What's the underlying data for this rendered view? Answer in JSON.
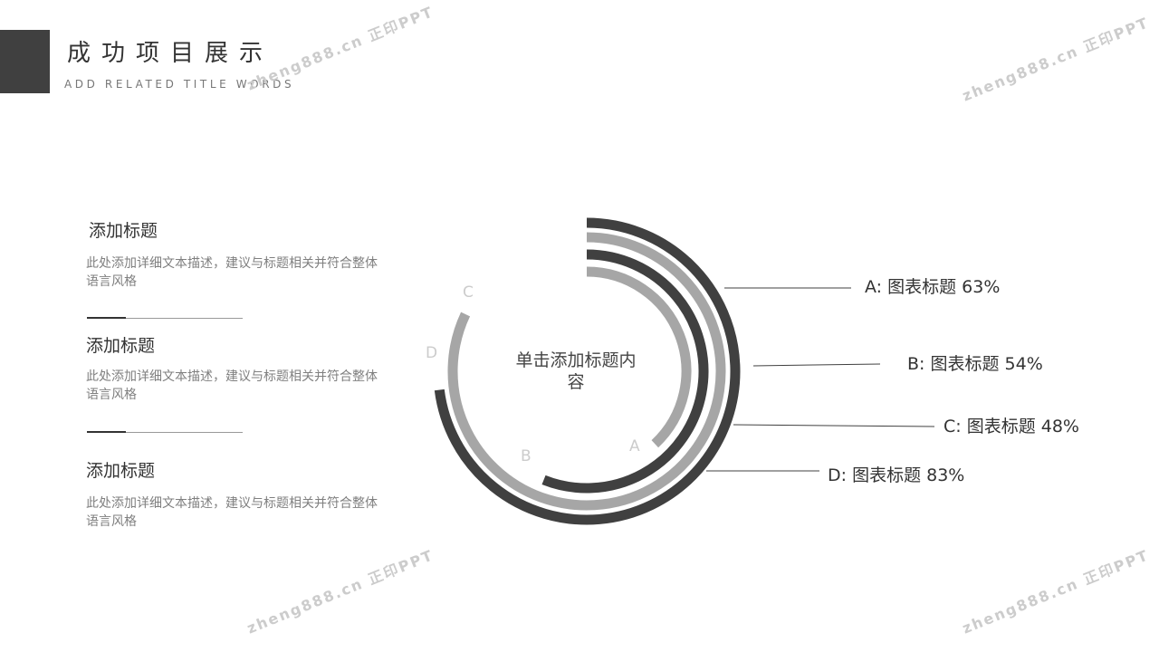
{
  "header": {
    "title": "成功项目展示",
    "subtitle": "ADD RELATED TITLE WORDS"
  },
  "items": [
    {
      "title": "添加标题",
      "desc": "此处添加详细文本描述，建议与标题相关并符合整体语言风格"
    },
    {
      "title": "添加标题",
      "desc": "此处添加详细文本描述，建议与标题相关并符合整体语言风格"
    },
    {
      "title": "添加标题",
      "desc": "此处添加详细文本描述，建议与标题相关并符合整体语言风格"
    }
  ],
  "chart": {
    "center_text": "单击添加标题内容",
    "rings": [
      {
        "letter": "A",
        "legend": "A: 图表标题 63%",
        "fill": 0.38,
        "color": "#a6a6a6"
      },
      {
        "letter": "B",
        "legend": "B: 图表标题 54%",
        "fill": 0.56,
        "color": "#404040"
      },
      {
        "letter": "C",
        "legend": "C: 图表标题 48%",
        "fill": 0.82,
        "color": "#a6a6a6"
      },
      {
        "letter": "D",
        "legend": "D: 图表标题 83%",
        "fill": 0.73,
        "color": "#404040"
      }
    ]
  },
  "watermark": "zheng888.cn 正印PPT"
}
